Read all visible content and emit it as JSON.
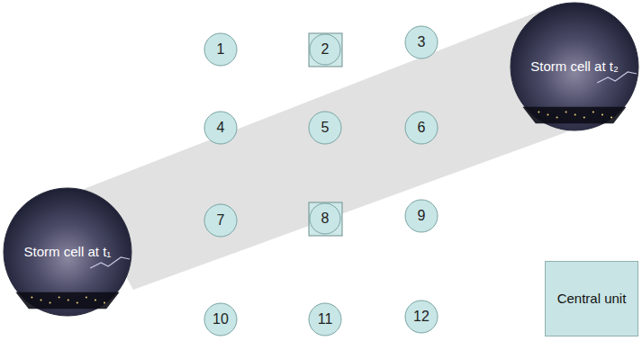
{
  "diagram": {
    "nodes": [
      {
        "text": [
          "1"
        ]
      },
      {
        "text": [
          "2"
        ]
      },
      {
        "text": [
          "3"
        ]
      },
      {
        "text": [
          "Storm cell at t₂"
        ]
      },
      {
        "text": [
          "4"
        ]
      },
      {
        "text": [
          "5"
        ]
      },
      {
        "text": [
          "6"
        ]
      },
      {
        "text": [
          "7"
        ]
      },
      {
        "text": [
          "8"
        ]
      },
      {
        "text": [
          "9"
        ]
      },
      {
        "text": [
          "Storm cell at t₁"
        ]
      },
      {
        "text": [
          "10"
        ]
      },
      {
        "text": [
          "11"
        ]
      },
      {
        "text": [
          "12"
        ]
      },
      {
        "text": [
          "Central unit"
        ]
      }
    ]
  }
}
